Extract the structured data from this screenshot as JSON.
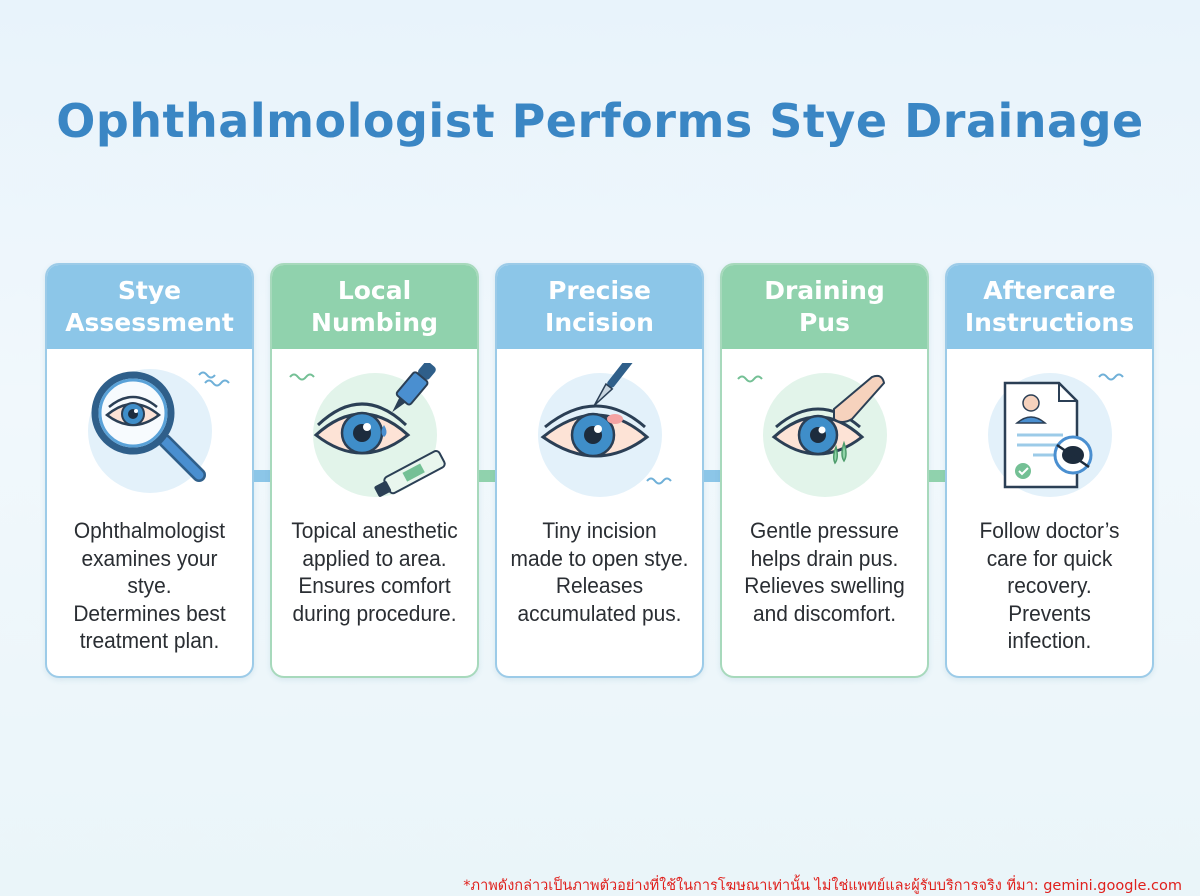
{
  "title": "Ophthalmologist Performs Stye Drainage",
  "colors": {
    "title": "#3a86c4",
    "blue_header": "#8cc6e8",
    "green_header": "#90d2ad",
    "footnote": "#e0201c"
  },
  "steps": [
    {
      "heading": "Stye\nAssessment",
      "text": "Ophthalmologist\nexamines your stye.\nDetermines best\ntreatment plan.",
      "icon": "magnifier-eye-icon",
      "theme": "blue"
    },
    {
      "heading": "Local\nNumbing",
      "text": "Topical anesthetic\napplied to area.\nEnsures comfort\nduring procedure.",
      "icon": "eye-dropper-ointment-icon",
      "theme": "green"
    },
    {
      "heading": "Precise\nIncision",
      "text": "Tiny incision\nmade to open stye.\nReleases\naccumulated pus.",
      "icon": "eye-scalpel-icon",
      "theme": "blue"
    },
    {
      "heading": "Draining\nPus",
      "text": "Gentle pressure\nhelps drain pus.\nRelieves swelling\nand discomfort.",
      "icon": "eye-finger-drain-icon",
      "theme": "green"
    },
    {
      "heading": "Aftercare\nInstructions",
      "text": "Follow doctor’s\ncare for quick\nrecovery.\nPrevents\ninfection.",
      "icon": "care-document-eyepatch-icon",
      "theme": "blue"
    }
  ],
  "arrows": [
    "arrow-right-icon",
    "arrow-right-icon",
    "arrow-right-icon",
    "arrow-right-icon"
  ],
  "footnote": "*ภาพดังกล่าวเป็นภาพตัวอย่างที่ใช้ในการโฆษณาเท่านั้น ไม่ใช่แพทย์และผู้รับบริการจริง ที่มา: gemini.google.com"
}
